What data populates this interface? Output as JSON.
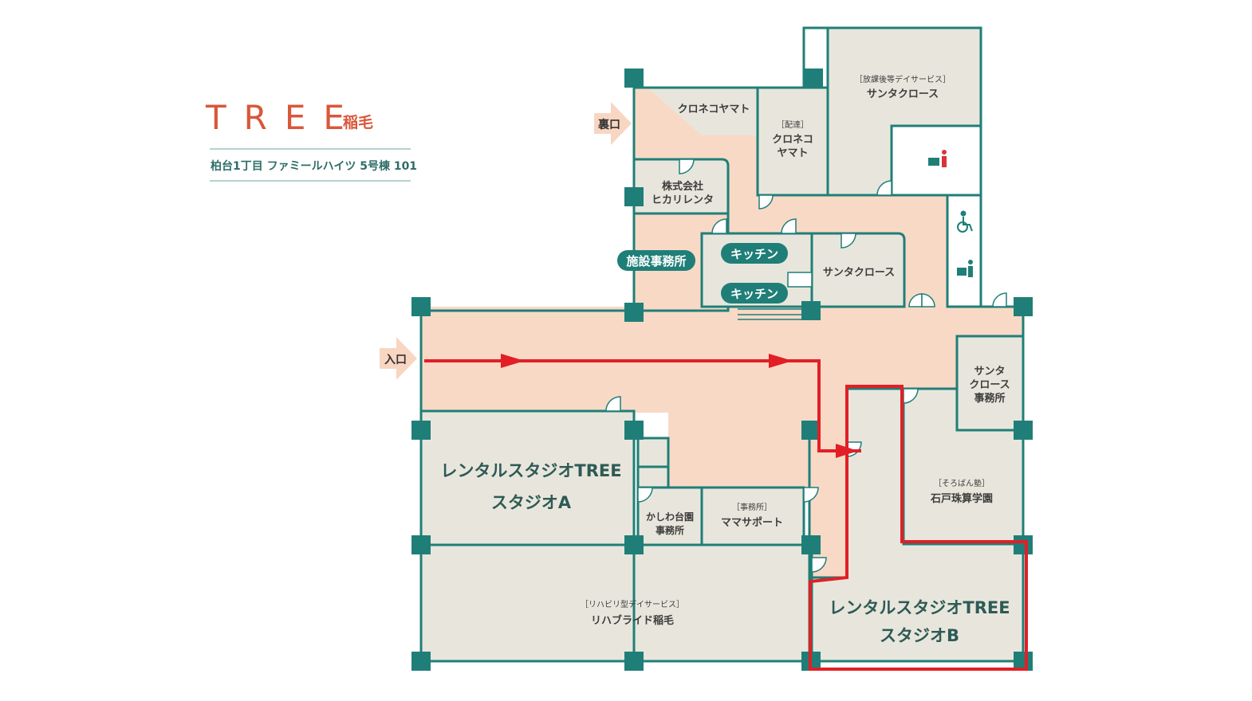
{
  "header": {
    "logo": "TREE",
    "logo_kanji": "稲毛",
    "address": "柏台1丁目 ファミールハイツ 5号棟 101"
  },
  "entrances": {
    "back": "裏口",
    "main": "入口"
  },
  "rooms": {
    "kuroneko_yamato": "クロネコヤマト",
    "delivery_tag": "［配達］",
    "delivery_line1": "クロネコ",
    "delivery_line2": "ヤマト",
    "after_school_tag": "［放課後等デイサービス］",
    "santa_claus_top": "サンタクロース",
    "hikari_line1": "株式会社",
    "hikari_line2": "ヒカリレンタ",
    "facility_office": "施設事務所",
    "kitchen1": "キッチン",
    "kitchen2": "キッチン",
    "santa_claus_mid": "サンタクロース",
    "santa_office_line1": "サンタ",
    "santa_office_line2": "クロース",
    "santa_office_line3": "事務所",
    "soroban_tag": "［そろばん塾］",
    "soroban_name": "石戸珠算学園",
    "studio_a_line1": "レンタルスタジオTREE",
    "studio_a_line2": "スタジオA",
    "kashiwa_line1": "かしわ台園",
    "kashiwa_line2": "事務所",
    "office_tag": "［事務所］",
    "mama_support": "ママサポート",
    "rehab_tag": "［リハビリ型デイサービス］",
    "rehab_name": "リハブライド稲毛",
    "studio_b_line1": "レンタルスタジオTREE",
    "studio_b_line2": "スタジオB"
  },
  "colors": {
    "wall": "#1f7f78",
    "room_fill": "#e8e6dc",
    "corridor_fill": "#f8d9c6",
    "route": "#e21f26",
    "logo": "#d9573a",
    "arrow_fill": "#f8d6c2"
  },
  "icons": [
    "toilet-icon",
    "wheelchair-icon",
    "door-swing-icon",
    "route-arrow-icon",
    "entrance-arrow-icon"
  ]
}
